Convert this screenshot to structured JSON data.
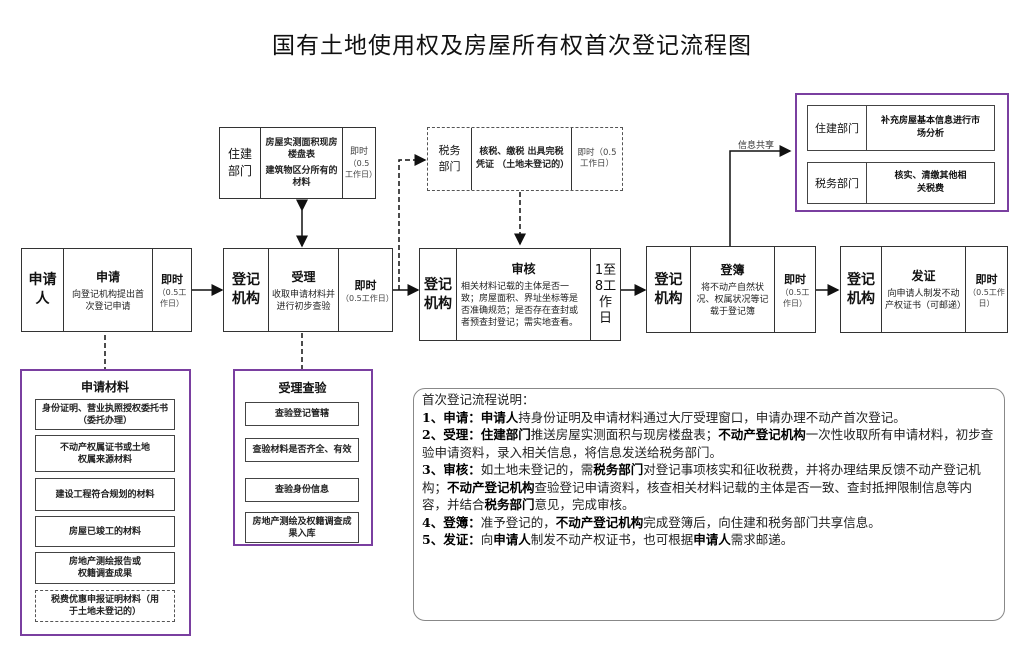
{
  "title": "国有土地使用权及房屋所有权首次登记流程图",
  "steps": [
    {
      "actor": "申请人",
      "heading": "申请",
      "desc": "向登记机构提出首次登记申请",
      "time_main": "即时",
      "time_sub": "（0.5工作日）"
    },
    {
      "actor": "登记机构",
      "heading": "受理",
      "desc": "收取申请材料并进行初步查验",
      "time_main": "即时",
      "time_sub": "（0.5工作日）"
    },
    {
      "actor": "登记机构",
      "heading": "审核",
      "desc": "相关材料记载的主体是否一致；房屋面积、界址坐标等是否准确规范；是否存在查封或者预查封登记；需实地查看。",
      "time_main": "1至8工作日",
      "time_sub": ""
    },
    {
      "actor": "登记机构",
      "heading": "登簿",
      "desc": "将不动产自然状况、权属状况等记载于登记簿",
      "time_main": "即时",
      "time_sub": "（0.5工作日）"
    },
    {
      "actor": "登记机构",
      "heading": "发证",
      "desc": "向申请人制发不动产权证书（可邮递）",
      "time_main": "即时",
      "time_sub": "（0.5工作日）"
    }
  ],
  "housing_dept_box": {
    "actor": "住建部门",
    "desc1": "房屋实测面积现房楼盘表",
    "desc2": "建筑物区分所有的材料",
    "time_main": "即时",
    "time_sub": "（0.5工作日）"
  },
  "tax_dept_box": {
    "actor": "税务部门",
    "desc": "核税、缴税 出具完税凭证 （土地未登记的）",
    "time": "即时（0.5工作日）"
  },
  "info_share": {
    "label": "信息共享",
    "rows": [
      {
        "dept": "住建部门",
        "task": "补充房屋基本信息进行市场分析"
      },
      {
        "dept": "税务部门",
        "task": "核实、清缴其他相关税费"
      }
    ]
  },
  "application_materials": {
    "title": "申请材料",
    "items": [
      "身份证明、营业执照授权委托书（委托办理）",
      "不动产权属证书或土地权属来源材料",
      "建设工程符合规划的材料",
      "房屋已竣工的材料",
      "房地产测绘报告或权籍调查成果",
      "税费优惠申报证明材料（用于土地未登记的）"
    ]
  },
  "acceptance_check": {
    "title": "受理查验",
    "items": [
      "查验登记管辖",
      "查验材料是否齐全、有效",
      "查验身份信息",
      "房地产测绘及权籍调查成果入库"
    ]
  },
  "notes": {
    "title": "首次登记流程说明：",
    "items": [
      {
        "num": "1、",
        "head": "申请：",
        "segments": [
          {
            "b": "申请人"
          },
          {
            "t": "持身份证明及申请材料通过大厅受理窗口，申请办理不动产首次登记。"
          }
        ]
      },
      {
        "num": "2、",
        "head": "受理：",
        "segments": [
          {
            "b": "住建部门"
          },
          {
            "t": "推送房屋实测面积与现房楼盘表；"
          },
          {
            "b": "不动产登记机构"
          },
          {
            "t": "一次性收取所有申请材料，初步查验申请资料，录入相关信息，将信息发送给税务部门。"
          }
        ]
      },
      {
        "num": "3、",
        "head": "审核：",
        "segments": [
          {
            "t": "如土地未登记的，需"
          },
          {
            "b": "税务部门"
          },
          {
            "t": "对登记事项核实和征收税费，并将办理结果反馈不动产登记机构；"
          },
          {
            "b": "不动产登记机构"
          },
          {
            "t": "查验登记申请资料，核查相关材料记载的主体是否一致、查封抵押限制信息等内容，并结合"
          },
          {
            "b": "税务部门"
          },
          {
            "t": "意见，完成审核。"
          }
        ]
      },
      {
        "num": "4、",
        "head": "登簿：",
        "segments": [
          {
            "t": "准予登记的，"
          },
          {
            "b": "不动产登记机构"
          },
          {
            "t": "完成登簿后，向住建和税务部门共享信息。"
          }
        ]
      },
      {
        "num": "5、",
        "head": "发证：",
        "segments": [
          {
            "t": "向"
          },
          {
            "b": "申请人"
          },
          {
            "t": "制发不动产权证书，也可根据"
          },
          {
            "b": "申请人"
          },
          {
            "t": "需求邮递。"
          }
        ]
      }
    ]
  },
  "colors": {
    "panel_border": "#7a3fa0",
    "line": "#111111"
  }
}
